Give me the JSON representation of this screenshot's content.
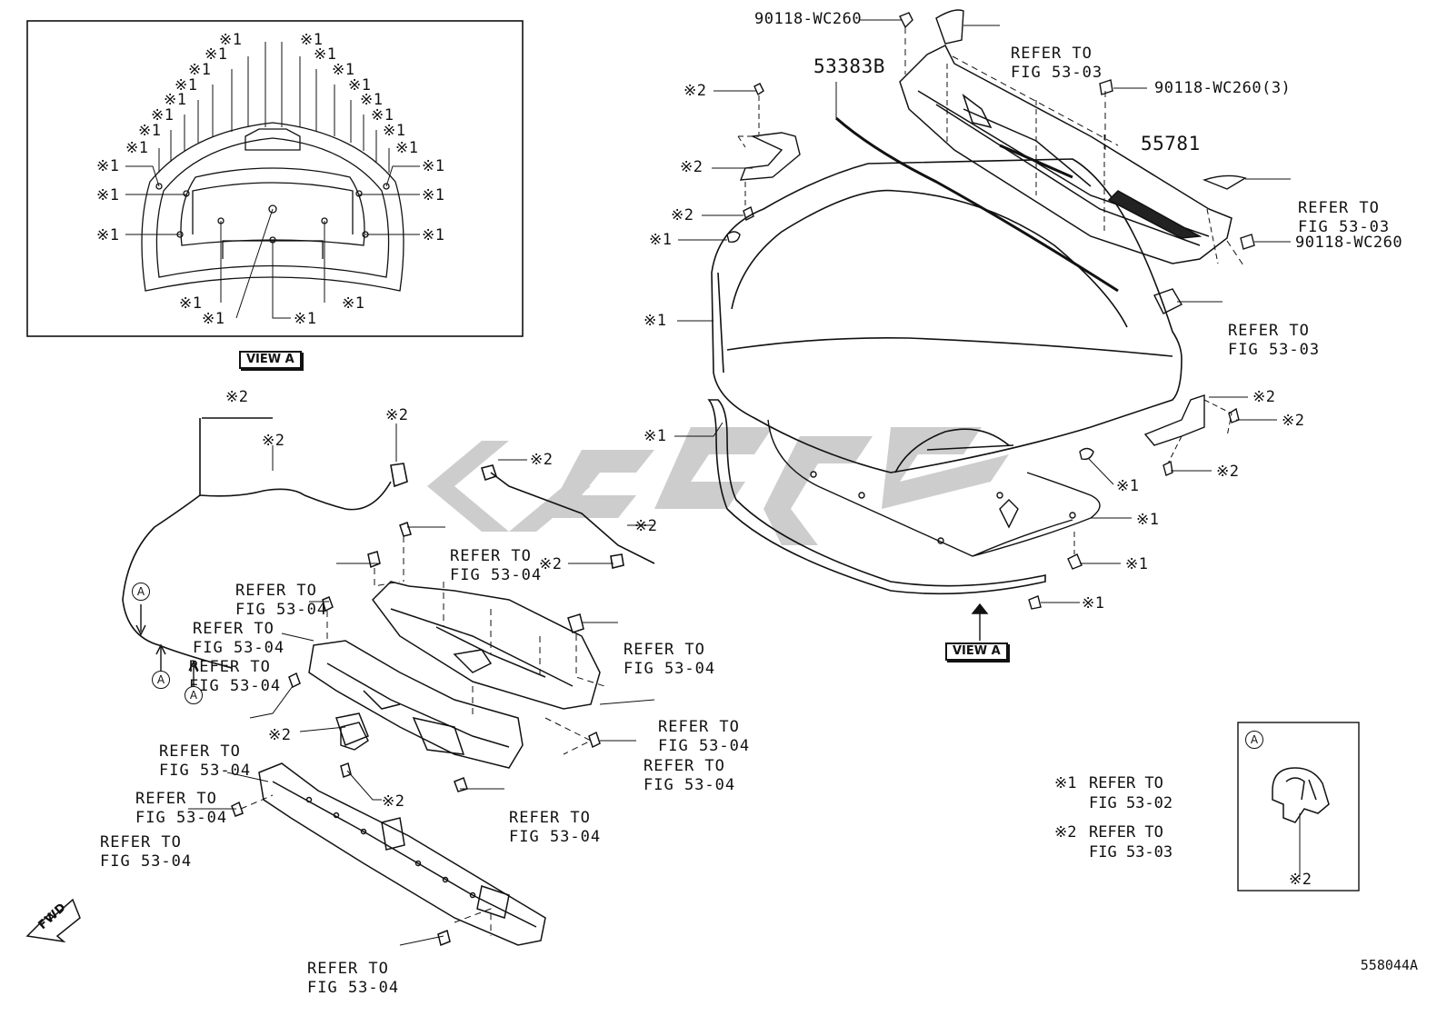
{
  "part_numbers": {
    "clip_top": "90118-WC260",
    "clip_right_group": "90118-WC260(3)",
    "clip_right": "90118-WC260",
    "seal": "53383B",
    "cowl_panel": "55781"
  },
  "refer_line1": "REFER TO",
  "refer_fig_53_03": "FIG 53-03",
  "refer_fig_53_04": "FIG 53-04",
  "marks": {
    "m1": "※1",
    "m2": "※2"
  },
  "view_label": "VIEW A",
  "circle_a": "A",
  "fwd_label": "FWD",
  "legend": {
    "row1": {
      "mark": "※1",
      "line1": "REFER TO",
      "line2": "FIG 53-02"
    },
    "row2": {
      "mark": "※2",
      "line1": "REFER TO",
      "line2": "FIG 53-03"
    }
  },
  "drawing_code": "558044A",
  "watermark_color": "#c8c8c8"
}
